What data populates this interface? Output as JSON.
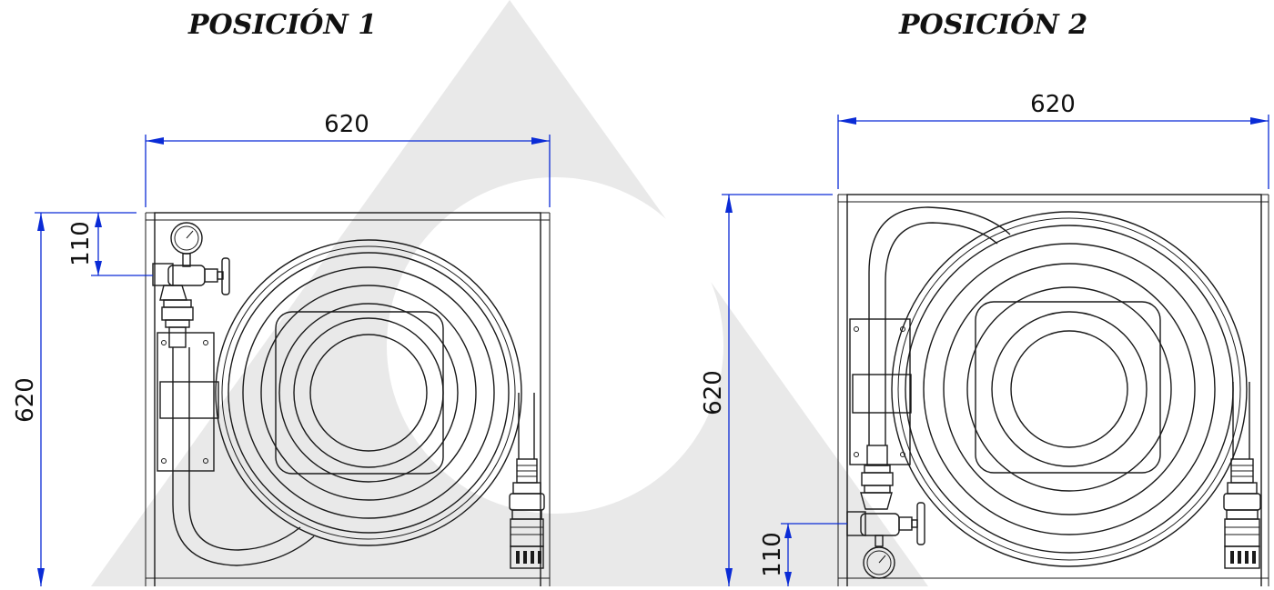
{
  "colors": {
    "dimension_line": "#0a2bd6",
    "drawing_line": "#1a1a1a",
    "watermark": "#e6e6e6",
    "background": "#ffffff"
  },
  "positions": [
    {
      "title": "POSICIÓN 1",
      "width_label": "620",
      "height_label": "620",
      "valve_offset_label": "110",
      "valve_location": "top-left"
    },
    {
      "title": "POSICIÓN 2",
      "width_label": "620",
      "height_label": "620",
      "valve_offset_label": "110",
      "valve_location": "bottom-left"
    }
  ]
}
